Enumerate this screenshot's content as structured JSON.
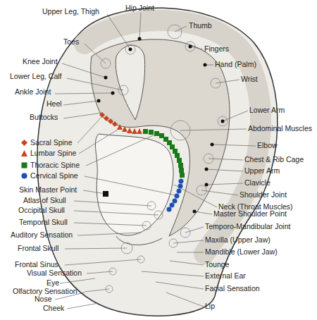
{
  "diagram": {
    "labels": [
      "Upper Leg, Thigh",
      "Hip Joint",
      "Thumb",
      "Toes",
      "Fingers",
      "Hand (Palm)",
      "Knee Joint",
      "Lower Leg, Calf",
      "Wrist",
      "Ankle Joint",
      "Heel",
      "Buttocks",
      "Lower Arm",
      "Abdominal Muscles",
      "Elbow",
      "Chest & Rib Cage",
      "Skin Master Point",
      "Upper Arm",
      "Atlas of Skull",
      "Clavicle",
      "Occipital Skull",
      "Shoulder Joint",
      "Temporal Skull",
      "Neck (Throat Muscles)",
      "Master Shoulder Point",
      "Auditory Sensation",
      "Temporo-Mandibular Joint",
      "Frontal Skull",
      "Maxilla (Upper Jaw)",
      "Mandible (Lower Jaw)",
      "Frontal Sinus",
      "Tounge",
      "Visual Sensation",
      "External Ear",
      "Eye",
      "Facial Sensation",
      "Olfactory Sensation",
      "Nose",
      "Lip",
      "Cheek"
    ],
    "legend": [
      {
        "text": "Sacral Spine",
        "color": "#c8441c"
      },
      {
        "text": "Lumbar Spine",
        "color": "#c8441c"
      },
      {
        "text": "Thoracic Spine",
        "color": "#1a7a1a"
      },
      {
        "text": "Cervical Spine",
        "color": "#1f4fb5"
      }
    ]
  }
}
